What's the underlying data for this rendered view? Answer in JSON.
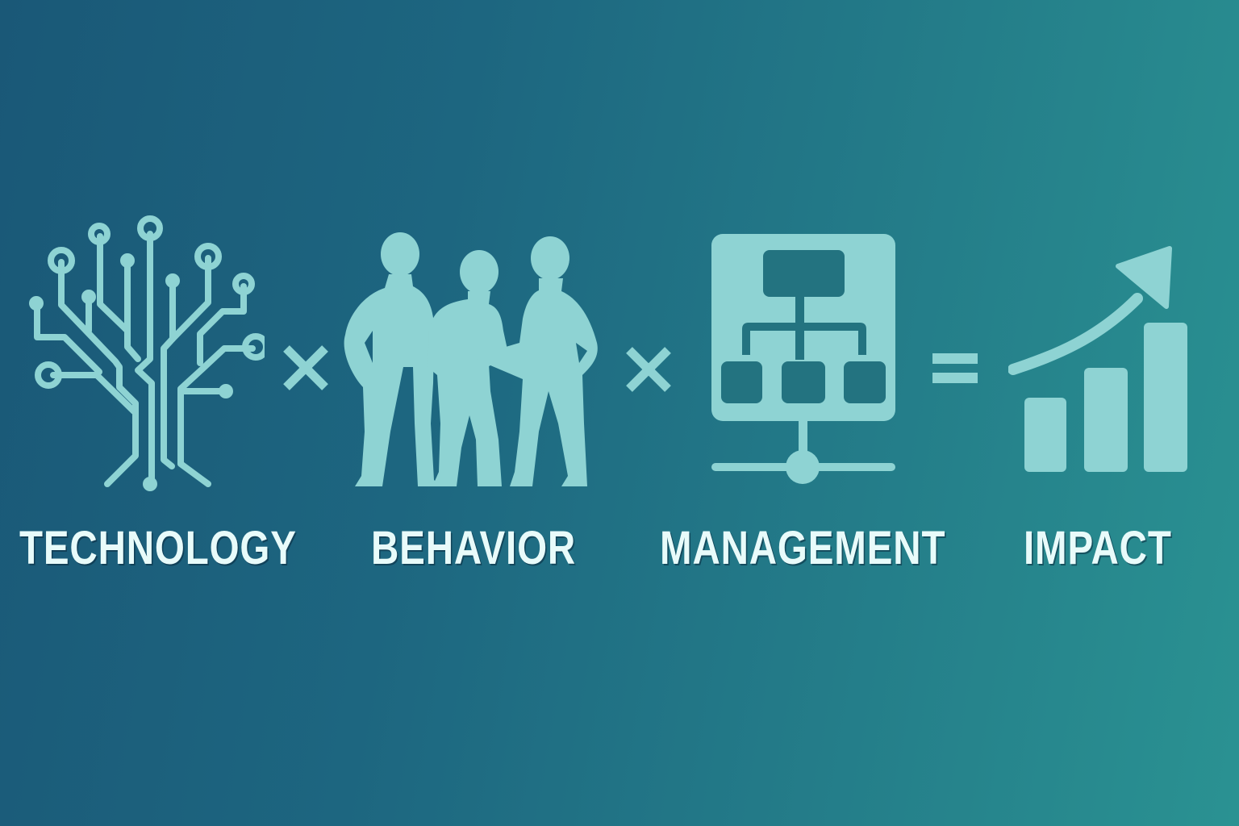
{
  "colors": {
    "background_left": "#1a5877",
    "background_right": "#2a9292",
    "icon_fill": "#8ed3d3",
    "label_text": "#e8fbfa"
  },
  "formula": {
    "terms": [
      {
        "label": "TECHNOLOGY",
        "icon": "circuit-tree-icon"
      },
      {
        "label": "BEHAVIOR",
        "icon": "people-group-icon"
      },
      {
        "label": "MANAGEMENT",
        "icon": "org-chart-network-icon"
      },
      {
        "label": "IMPACT",
        "icon": "growth-bar-chart-icon"
      }
    ],
    "operators": [
      {
        "symbol": "×",
        "icon": "multiply-icon"
      },
      {
        "symbol": "×",
        "icon": "multiply-icon"
      },
      {
        "symbol": "=",
        "icon": "equals-icon"
      }
    ]
  }
}
